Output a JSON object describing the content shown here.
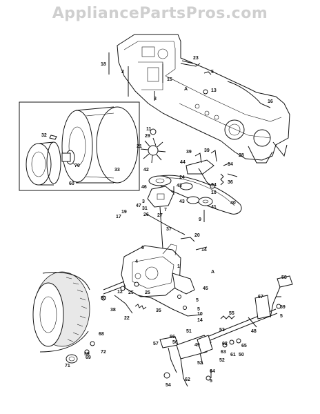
{
  "watermark": "AppliancePartsPros.com",
  "callouts": [
    "18",
    "2",
    "23",
    "5",
    "15",
    "A",
    "13",
    "8",
    "16",
    "11",
    "29",
    "32",
    "21",
    "39",
    "39",
    "28",
    "14",
    "36",
    "44",
    "24",
    "42",
    "43",
    "34",
    "10",
    "46",
    "43",
    "40",
    "3",
    "31",
    "47",
    "7",
    "19",
    "17",
    "9",
    "41",
    "26",
    "27",
    "37",
    "20",
    "6",
    "14",
    "1",
    "A",
    "45",
    "25",
    "12",
    "30",
    "5",
    "38",
    "22",
    "35",
    "5",
    "10",
    "14",
    "58",
    "67",
    "59",
    "5",
    "55",
    "48",
    "51",
    "53",
    "66",
    "57",
    "56",
    "49",
    "62",
    "65",
    "63",
    "61",
    "50",
    "52",
    "52",
    "68",
    "69",
    "59",
    "72",
    "71",
    "54",
    "62",
    "64",
    "5",
    "33",
    "70",
    "60",
    "4",
    "25"
  ]
}
